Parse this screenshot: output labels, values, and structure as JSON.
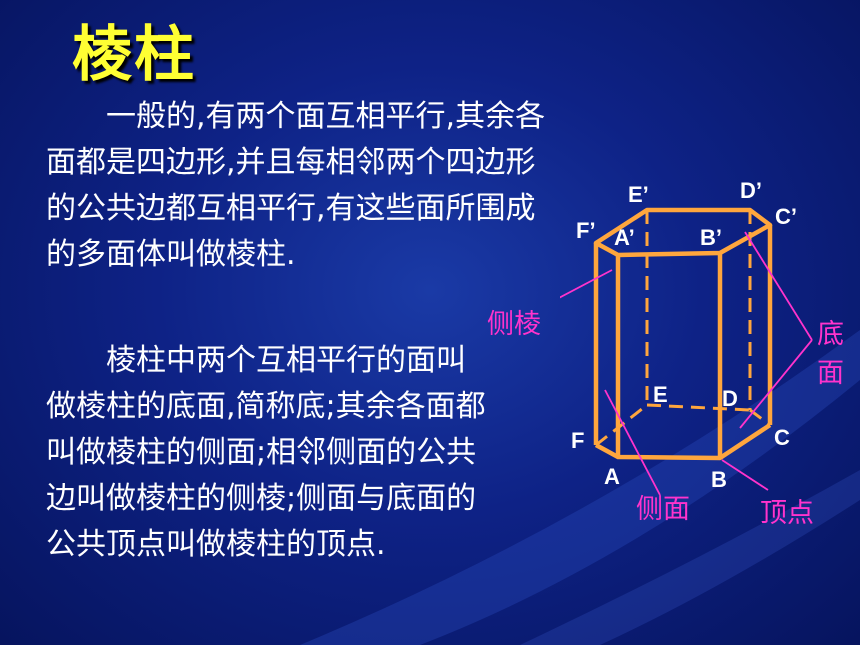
{
  "title": "棱柱",
  "paragraphs": [
    "一般的,有两个面互相平行,其余各面都是四边形,并且每相邻两个四边形的公共边都互相平行,有这些面所围成的多面体叫做棱柱.",
    "棱柱中两个互相平行的面叫做棱柱的底面,简称底;其余各面都叫做棱柱的侧面;相邻侧面的公共边叫做棱柱的侧棱;侧面与底面的公共顶点叫做棱柱的顶点."
  ],
  "figure": {
    "vertex_labels": {
      "E1": "E’",
      "D1": "D’",
      "F1": "F’",
      "C1": "C’",
      "A1": "A’",
      "B1": "B’",
      "E": "E",
      "D": "D",
      "F": "F",
      "C": "C",
      "A": "A",
      "B": "B"
    },
    "term_labels": {
      "lateral_edge": "侧棱",
      "base_1": "底",
      "base_2": "面",
      "lateral_face": "侧面",
      "vertex": "顶点"
    },
    "colors": {
      "edge": "#ffa63d",
      "annotation": "#ff33cc",
      "title": "#ffff33",
      "text": "#ffffff"
    }
  }
}
